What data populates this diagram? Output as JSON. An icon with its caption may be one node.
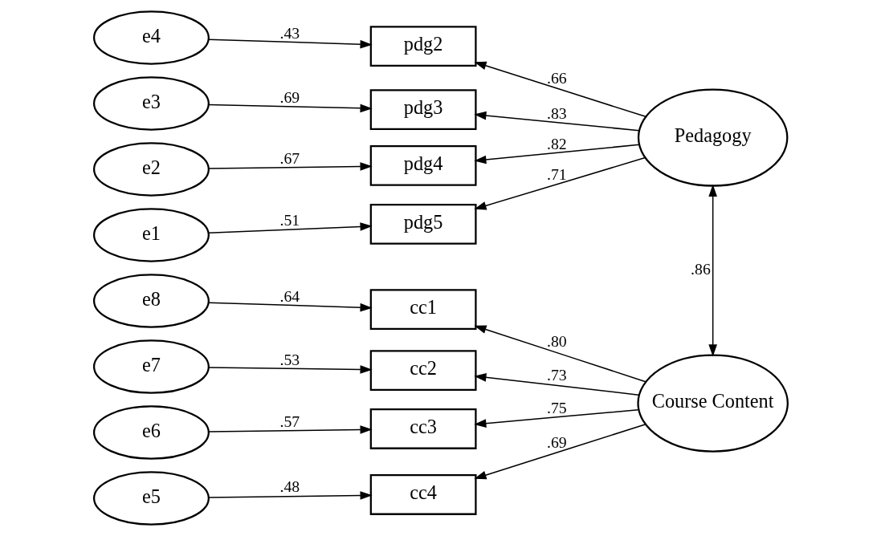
{
  "diagram": {
    "nodes": [
      {
        "text": [
          "e4"
        ]
      },
      {
        "text": [
          "e3"
        ]
      },
      {
        "text": [
          "e2"
        ]
      },
      {
        "text": [
          "e1"
        ]
      },
      {
        "text": [
          "pdg2"
        ]
      },
      {
        "text": [
          "pdg3"
        ]
      },
      {
        "text": [
          "pdg4"
        ]
      },
      {
        "text": [
          "pdg5"
        ]
      },
      {
        "text": [
          "Pedagogy"
        ]
      },
      {
        "text": [
          "e8"
        ]
      },
      {
        "text": [
          "e7"
        ]
      },
      {
        "text": [
          "e6"
        ]
      },
      {
        "text": [
          "e5"
        ]
      },
      {
        "text": [
          "cc1"
        ]
      },
      {
        "text": [
          "cc2"
        ]
      },
      {
        "text": [
          "cc3"
        ]
      },
      {
        "text": [
          "cc4"
        ]
      },
      {
        "text": [
          "Course Content"
        ]
      }
    ],
    "edges": [
      {
        "from": 0,
        "to": 4,
        "arrow": "to",
        "label": ".43"
      },
      {
        "from": 1,
        "to": 5,
        "arrow": "to",
        "label": ".69"
      },
      {
        "from": 2,
        "to": 6,
        "arrow": "to",
        "label": ".67"
      },
      {
        "from": 3,
        "to": 7,
        "arrow": "to",
        "label": ".51"
      },
      {
        "from": 8,
        "to": 4,
        "arrow": "to",
        "label": ".66"
      },
      {
        "from": 8,
        "to": 5,
        "arrow": "to",
        "label": ".83"
      },
      {
        "from": 8,
        "to": 6,
        "arrow": "to",
        "label": ".82"
      },
      {
        "from": 8,
        "to": 7,
        "arrow": "to",
        "label": ".71"
      },
      {
        "from": 9,
        "to": 13,
        "arrow": "to",
        "label": ".64"
      },
      {
        "from": 10,
        "to": 14,
        "arrow": "to",
        "label": ".53"
      },
      {
        "from": 11,
        "to": 15,
        "arrow": "to",
        "label": ".57"
      },
      {
        "from": 12,
        "to": 16,
        "arrow": "to",
        "label": ".48"
      },
      {
        "from": 17,
        "to": 13,
        "arrow": "to",
        "label": ".80"
      },
      {
        "from": 17,
        "to": 14,
        "arrow": "to",
        "label": ".73"
      },
      {
        "from": 17,
        "to": 15,
        "arrow": "to",
        "label": ".75"
      },
      {
        "from": 17,
        "to": 16,
        "arrow": "to",
        "label": ".69"
      },
      {
        "from": 8,
        "to": 17,
        "arrow": "both",
        "label": ".86"
      }
    ]
  }
}
